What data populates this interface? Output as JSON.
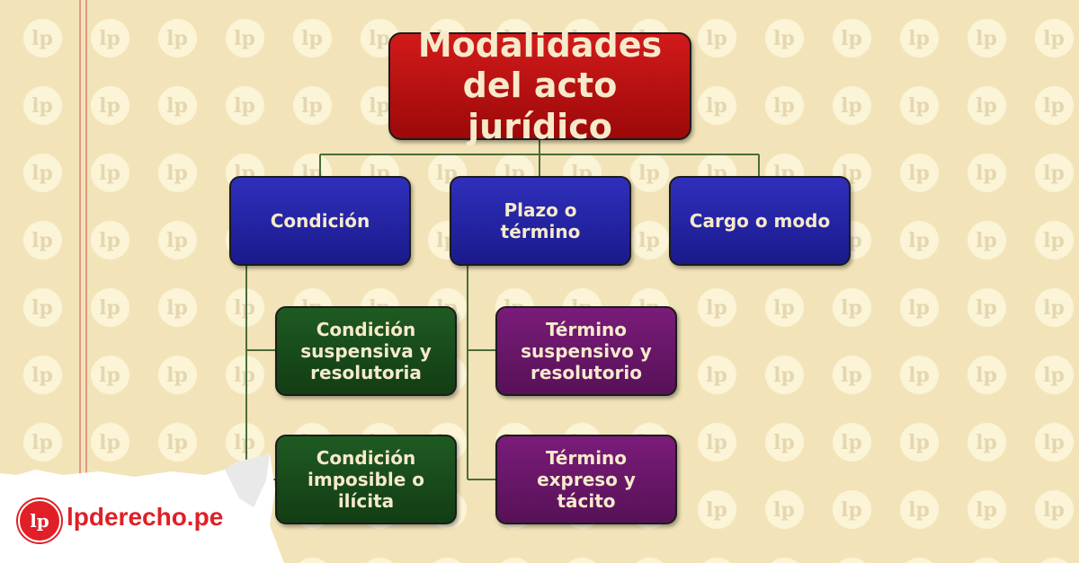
{
  "diagram": {
    "root": "Modalidades\ndel acto jurídico",
    "categories": {
      "condicion": "Condición",
      "plazo": "Plazo o\ntérmino",
      "cargo": "Cargo o modo"
    },
    "condicion_children": [
      "Condición\nsuspensiva y\nresolutoria",
      "Condición\nimposible o\nilícita"
    ],
    "plazo_children": [
      "Término\nsuspensivo y\nresolutorio",
      "Término\nexpreso y\ntácito"
    ]
  },
  "brand": {
    "logo_mark": "lp",
    "site": "lpderecho.pe"
  },
  "colors": {
    "root": "#c01212",
    "category": "#22229f",
    "condicion_child": "#1a4d1c",
    "plazo_child": "#6a166a",
    "background": "#f2e4b8",
    "connector": "#4c6b3a",
    "brand": "#e01f26"
  }
}
